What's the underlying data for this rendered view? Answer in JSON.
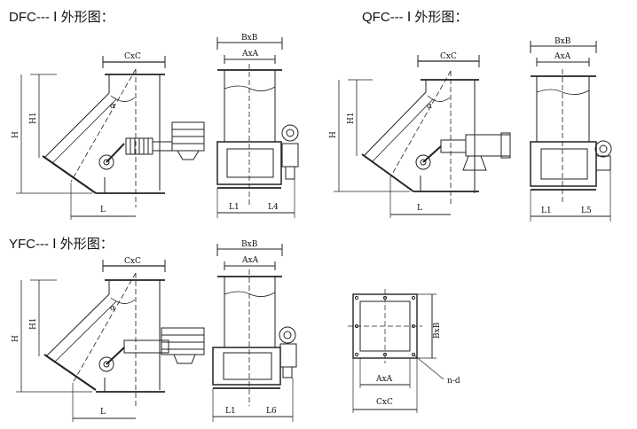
{
  "titles": {
    "dfc": "DFC--- Ⅰ 外形图：",
    "qfc": "QFC--- Ⅰ 外形图：",
    "yfc": "YFC--- Ⅰ 外形图："
  },
  "labels": {
    "cxc": "CxC",
    "bxb": "BxB",
    "axa": "AxA",
    "h": "H",
    "h1": "H1",
    "alpha": "α",
    "l": "L",
    "l1": "L1",
    "l4": "L4",
    "l5": "L5",
    "l6": "L6",
    "nd": "n-d"
  }
}
